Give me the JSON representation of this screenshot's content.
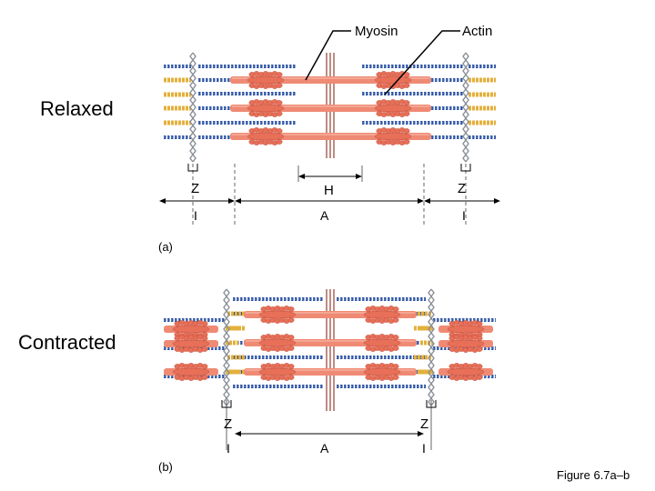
{
  "labels": {
    "myosin": "Myosin",
    "actin": "Actin",
    "relaxed": "Relaxed",
    "contracted": "Contracted",
    "panel_a": "(a)",
    "panel_b": "(b)",
    "figure_caption": "Figure 6.7a–b"
  },
  "relaxed_zones": {
    "z_left": "Z",
    "h": "H",
    "z_right": "Z",
    "i_left": "I",
    "a": "A",
    "i_right": "I"
  },
  "contracted_zones": {
    "z_left": "Z",
    "z_right": "Z",
    "i_left": "I",
    "a": "A",
    "i_right": "I"
  },
  "colors": {
    "actin": "#2f55a4",
    "actin_bead": "#3e6fc2",
    "myosin": "#ef8a74",
    "myosin_head": "#e86f58",
    "titin": "#e3b03c",
    "z_disc": "#8a8f98",
    "m_line": "#a0554a"
  }
}
